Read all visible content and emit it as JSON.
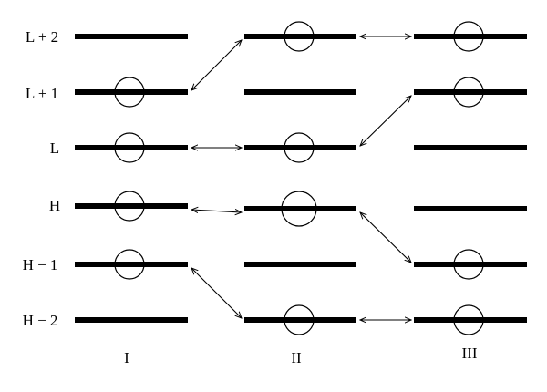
{
  "diagram": {
    "row_labels": [
      "L + 2",
      "L + 1",
      "L",
      "H",
      "H − 1",
      "H − 2"
    ],
    "column_labels": [
      "I",
      "II",
      "III"
    ],
    "levels": [
      {
        "column": "I",
        "row": "L + 2",
        "orbital": false
      },
      {
        "column": "I",
        "row": "L + 1",
        "orbital": true
      },
      {
        "column": "I",
        "row": "L",
        "orbital": true
      },
      {
        "column": "I",
        "row": "H",
        "orbital": true
      },
      {
        "column": "I",
        "row": "H − 1",
        "orbital": true
      },
      {
        "column": "I",
        "row": "H − 2",
        "orbital": false
      },
      {
        "column": "II",
        "row": "L + 2",
        "orbital": true
      },
      {
        "column": "II",
        "row": "L + 1",
        "orbital": false
      },
      {
        "column": "II",
        "row": "L",
        "orbital": true
      },
      {
        "column": "II",
        "row": "H",
        "orbital": true
      },
      {
        "column": "II",
        "row": "H − 1",
        "orbital": false
      },
      {
        "column": "II",
        "row": "H − 2",
        "orbital": true
      },
      {
        "column": "III",
        "row": "L + 2",
        "orbital": true
      },
      {
        "column": "III",
        "row": "L + 1",
        "orbital": true
      },
      {
        "column": "III",
        "row": "L",
        "orbital": false
      },
      {
        "column": "III",
        "row": "H",
        "orbital": false
      },
      {
        "column": "III",
        "row": "H − 1",
        "orbital": true
      },
      {
        "column": "III",
        "row": "H − 2",
        "orbital": true
      }
    ],
    "correlations": [
      {
        "from": {
          "column": "I",
          "row": "L + 1"
        },
        "to": {
          "column": "II",
          "row": "L + 2"
        }
      },
      {
        "from": {
          "column": "I",
          "row": "L"
        },
        "to": {
          "column": "II",
          "row": "L"
        }
      },
      {
        "from": {
          "column": "I",
          "row": "H"
        },
        "to": {
          "column": "II",
          "row": "H"
        }
      },
      {
        "from": {
          "column": "I",
          "row": "H − 1"
        },
        "to": {
          "column": "II",
          "row": "H − 2"
        }
      },
      {
        "from": {
          "column": "II",
          "row": "L + 2"
        },
        "to": {
          "column": "III",
          "row": "L + 2"
        }
      },
      {
        "from": {
          "column": "II",
          "row": "L"
        },
        "to": {
          "column": "III",
          "row": "L + 1"
        }
      },
      {
        "from": {
          "column": "II",
          "row": "H"
        },
        "to": {
          "column": "III",
          "row": "H − 1"
        }
      },
      {
        "from": {
          "column": "II",
          "row": "H − 2"
        },
        "to": {
          "column": "III",
          "row": "H − 2"
        }
      }
    ]
  }
}
